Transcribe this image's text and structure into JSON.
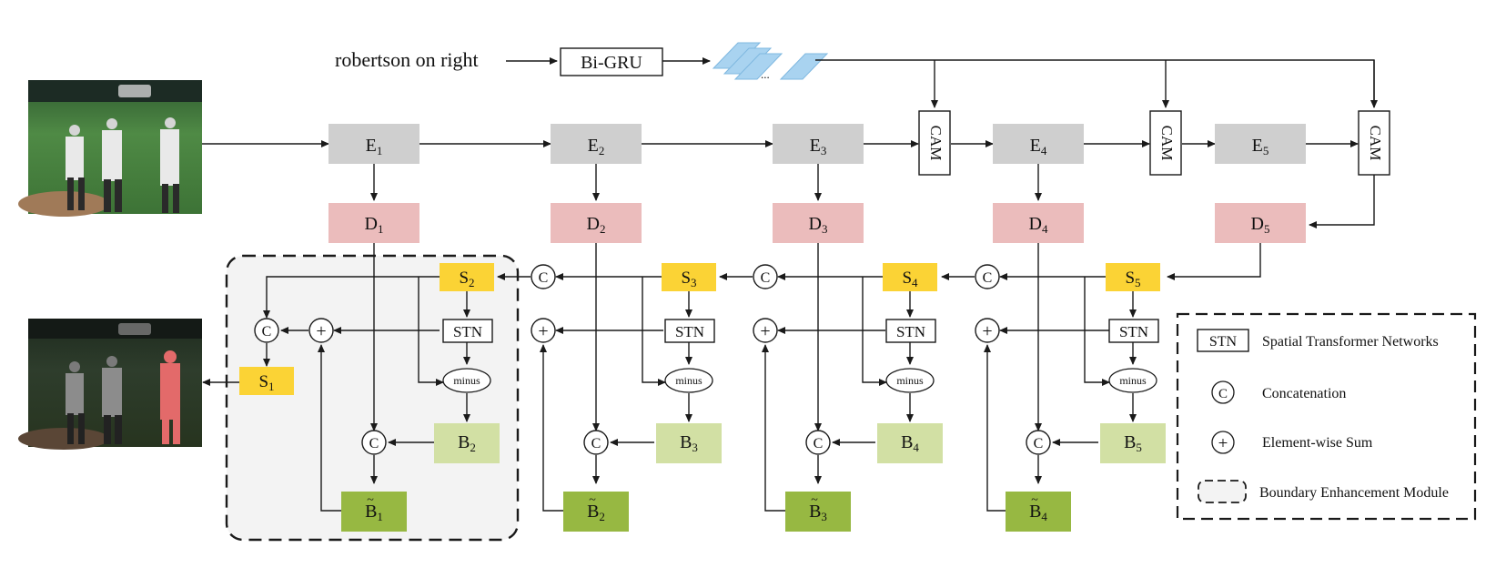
{
  "query": {
    "text": "robertson on right",
    "encoder": "Bi-GRU",
    "feature_ellipsis": "..."
  },
  "encoders": [
    {
      "base": "E",
      "sub": "1"
    },
    {
      "base": "E",
      "sub": "2"
    },
    {
      "base": "E",
      "sub": "3"
    },
    {
      "base": "E",
      "sub": "4"
    },
    {
      "base": "E",
      "sub": "5"
    }
  ],
  "decoders": [
    {
      "base": "D",
      "sub": "1"
    },
    {
      "base": "D",
      "sub": "2"
    },
    {
      "base": "D",
      "sub": "3"
    },
    {
      "base": "D",
      "sub": "4"
    },
    {
      "base": "D",
      "sub": "5"
    }
  ],
  "cam_label": "CAM",
  "seg_maps": [
    {
      "base": "S",
      "sub": "1"
    },
    {
      "base": "S",
      "sub": "2"
    },
    {
      "base": "S",
      "sub": "3"
    },
    {
      "base": "S",
      "sub": "4"
    },
    {
      "base": "S",
      "sub": "5"
    }
  ],
  "boundary_maps": [
    {
      "base": "B",
      "sub": "2"
    },
    {
      "base": "B",
      "sub": "3"
    },
    {
      "base": "B",
      "sub": "4"
    },
    {
      "base": "B",
      "sub": "5"
    }
  ],
  "refined_boundaries": [
    {
      "base": "B",
      "sub": "1"
    },
    {
      "base": "B",
      "sub": "2"
    },
    {
      "base": "B",
      "sub": "3"
    },
    {
      "base": "B",
      "sub": "4"
    }
  ],
  "stn_label": "STN",
  "minus_label": "minus",
  "concat_symbol": "C",
  "sum_symbol": "+",
  "legend": {
    "stn": {
      "symbol": "STN",
      "text": "Spatial Transformer Networks"
    },
    "concat": {
      "text": "Concatenation"
    },
    "sum": {
      "text": "Element-wise Sum"
    },
    "bem": {
      "text": "Boundary Enhancement Module"
    }
  },
  "colors": {
    "encoder": "#cfcfcf",
    "decoder": "#ebbcbc",
    "seg": "#fbd335",
    "boundary": "#d2e0a4",
    "refined": "#97b842",
    "feature": "#a9d3f0",
    "bem_fill": "#f3f3f3"
  }
}
